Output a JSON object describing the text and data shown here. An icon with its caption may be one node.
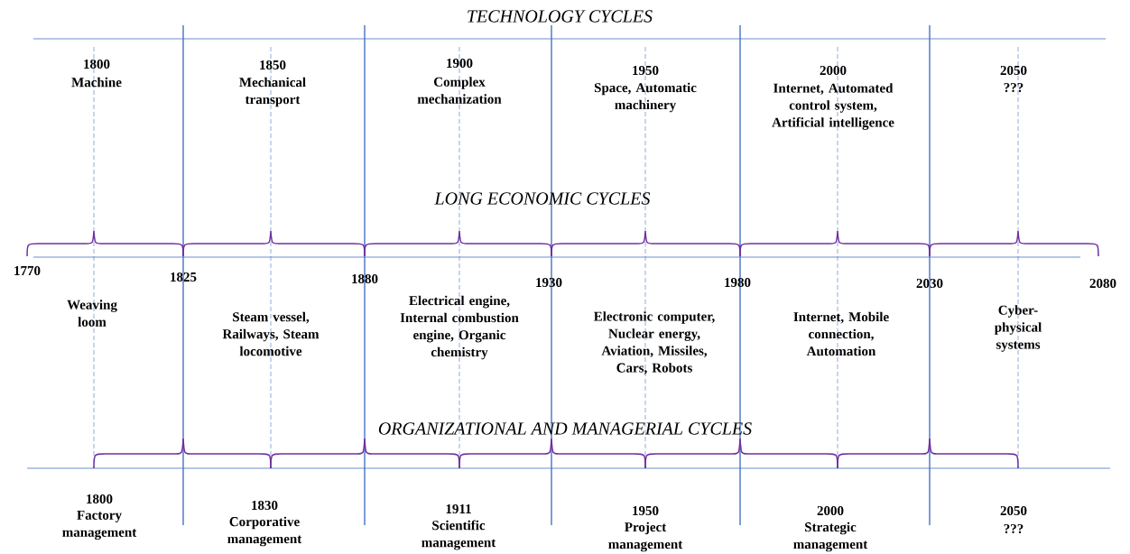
{
  "diagram": {
    "labels": [
      "TECHNOLOGY CYCLES",
      "1800",
      "Machine",
      "1850",
      "Mechanical transport",
      "1900",
      "Complex mechanization",
      "1950",
      "Space, Automatic machinery",
      "2000",
      "Internet, Automated control system, Artificial intelligence",
      "2050",
      "???",
      "LONG ECONOMIC CYCLES",
      "1770",
      "1825",
      "1880",
      "1930",
      "1980",
      "2030",
      "2080",
      "Weaving loom",
      "Steam vessel, Railways, Steam locomotive",
      "Electrical engine, Internal combustion engine, Organic chemistry",
      "Electronic computer, Nuclear energy, Aviation, Missiles, Cars, Robots",
      "Internet, Mobile connection, Automation",
      "Cyber- physical systems",
      "ORGANIZATIONAL AND MANAGERIAL CYCLES",
      "1800",
      "Factory management",
      "1830",
      "Corporative management",
      "1911",
      "Scientific management",
      "1950",
      "Project management",
      "2000",
      "Strategic management",
      "2050",
      "???"
    ]
  }
}
